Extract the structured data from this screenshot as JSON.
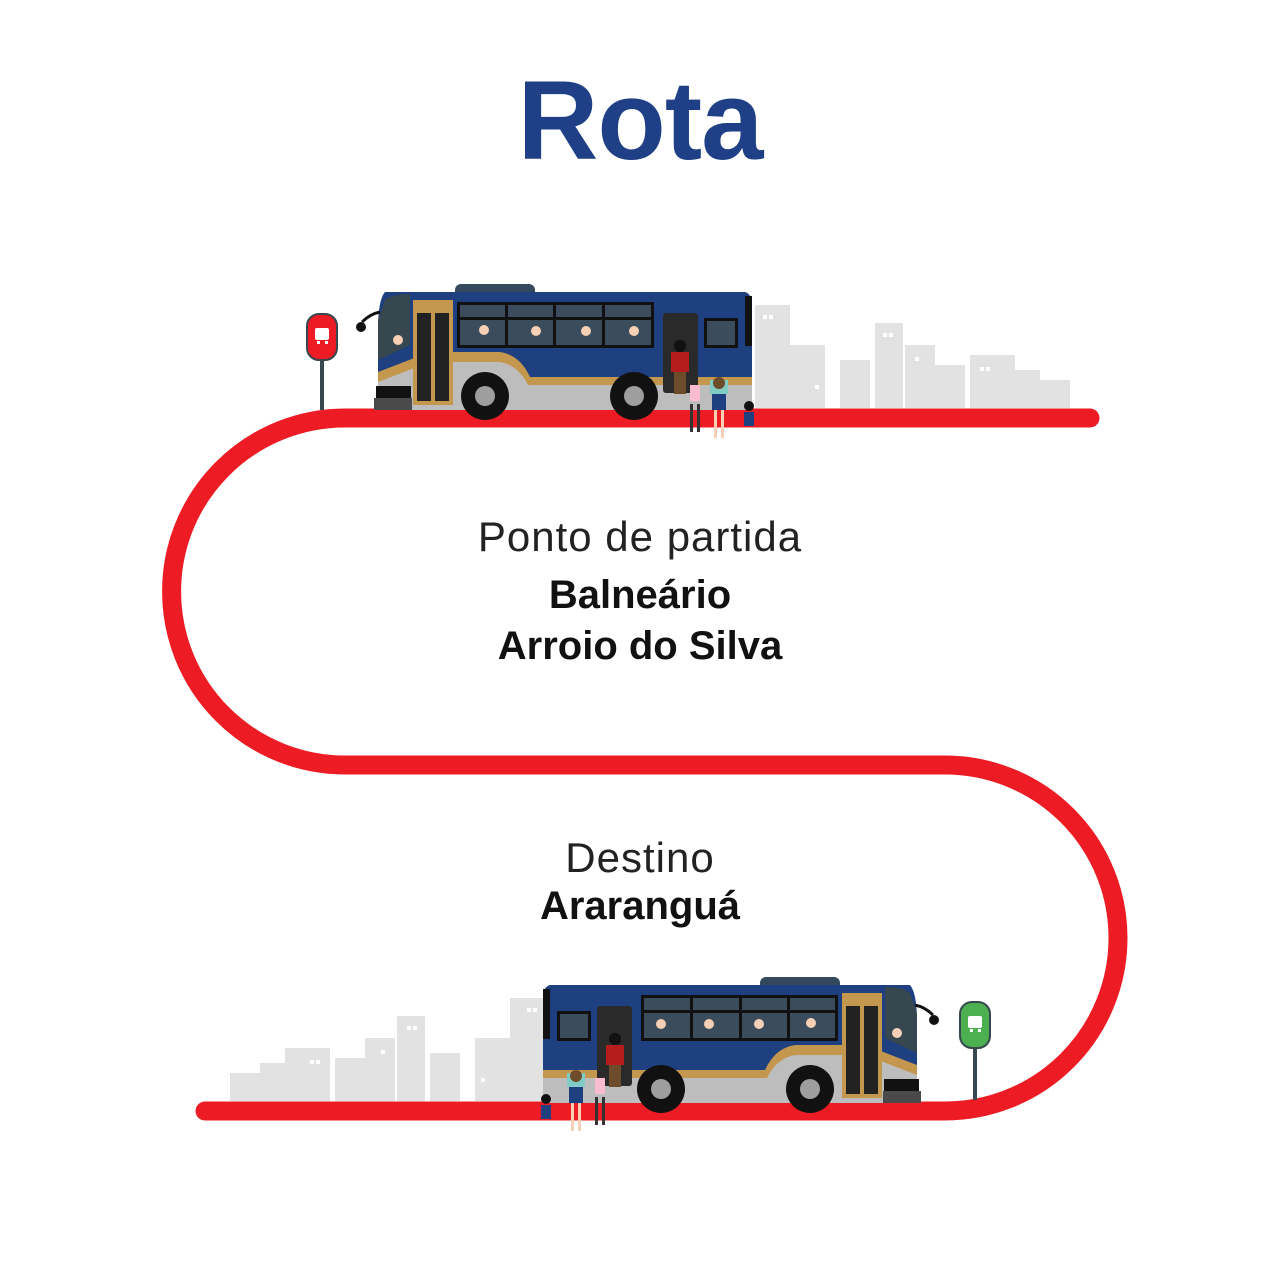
{
  "title": "Rota",
  "origin": {
    "label": "Ponto de partida",
    "name_line1": "Balneário",
    "name_line2": "Arroio do Silva"
  },
  "destination": {
    "label": "Destino",
    "name": "Araranguá"
  },
  "colors": {
    "title": "#1f3f86",
    "road": "#ed1c24",
    "bus_body": "#1e3f80",
    "bus_trim": "#c4974e",
    "stop_start": "#ed1c24",
    "stop_end": "#4caf50",
    "city": "#e2e2e2"
  },
  "icons": {
    "start_stop": "bus-stop-sign-icon",
    "end_stop": "bus-stop-sign-icon"
  }
}
